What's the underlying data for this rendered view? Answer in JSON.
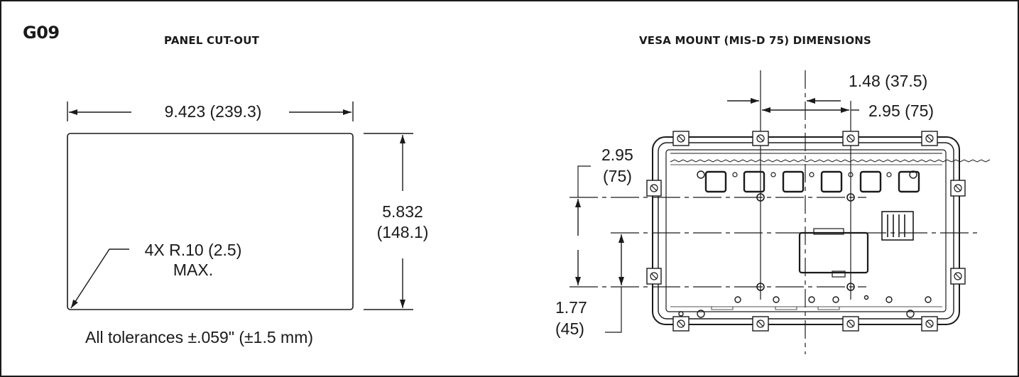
{
  "code": "G09",
  "left": {
    "title": "PANEL CUT-OUT",
    "width_dim": "9.423 (239.3)",
    "height_dim_in": "5.832",
    "height_dim_mm": "(148.1)",
    "radius_note_1": "4X R.10 (2.5)",
    "radius_note_2": "MAX.",
    "tolerance_note": "All tolerances ±.059\" (±1.5 mm)"
  },
  "right": {
    "title": "VESA MOUNT (MIS-D 75) DIMENSIONS",
    "half_spacing_dim": "1.48 (37.5)",
    "spacing_dim": "2.95 (75)",
    "vertical_spacing_in": "2.95",
    "vertical_spacing_mm": "(75)",
    "offset_in": "1.77",
    "offset_mm": "(45)"
  }
}
